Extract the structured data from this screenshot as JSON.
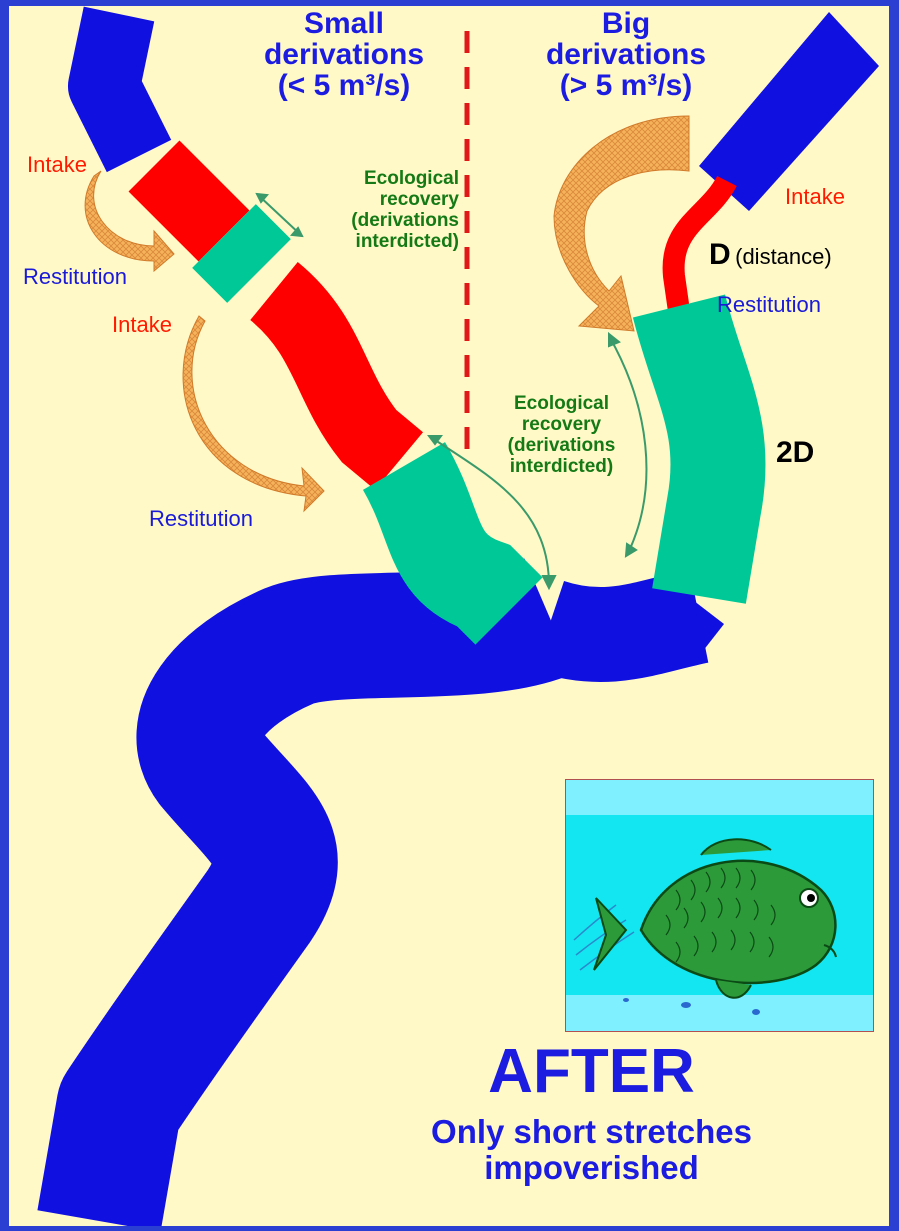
{
  "header_left": {
    "line1": "Small",
    "line2": "derivations",
    "line3": "(< 5 m³/s)"
  },
  "header_right": {
    "line1": "Big",
    "line2": "derivations",
    "line3": "(> 5 m³/s)"
  },
  "left_labels": {
    "intake_1": "Intake",
    "restitution_1": "Restitution",
    "intake_2": "Intake",
    "restitution_2": "Restitution",
    "eco": {
      "l1": "Ecological",
      "l2": "recovery",
      "l3": "(derivations",
      "l4": "interdicted)"
    }
  },
  "right_labels": {
    "intake": "Intake",
    "d_letter": "D",
    "d_text": "(distance)",
    "restitution": "Restitution",
    "two_d": "2D",
    "eco": {
      "l1": "Ecological",
      "l2": "recovery",
      "l3": "(derivations",
      "l4": "interdicted)"
    }
  },
  "footer": {
    "title": "AFTER",
    "line1": "Only short stretches",
    "line2": "impoverished"
  },
  "colors": {
    "frame": "#2b40d2",
    "background": "#fff9c8",
    "river": "#1010e0",
    "derived_stretch": "#ff0000",
    "recovery_stretch": "#00c896",
    "arrow_fill": "#f5b35c"
  },
  "icons": {
    "fish": "fish-illustration",
    "flow_arrow": "curved-arrow"
  }
}
